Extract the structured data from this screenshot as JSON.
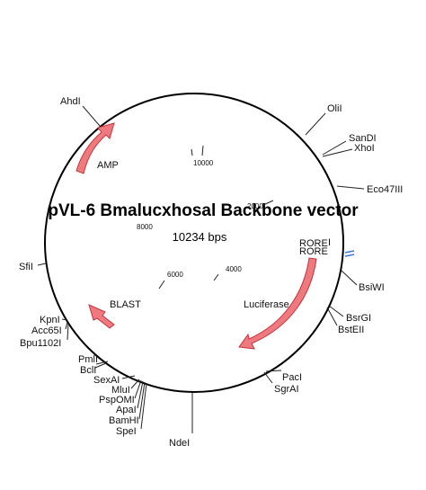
{
  "title": "pVL-6 Bmalucxhosal Backbone vector",
  "size_label": "10234 bps",
  "ticks": [
    "10000",
    "2000",
    "4000",
    "6000",
    "8000"
  ],
  "features": {
    "amp": "AMP",
    "blast": "BLAST",
    "luciferase": "Luciferase",
    "rore1": "RORE",
    "rore1_suffix": "I",
    "rore2": "RORE"
  },
  "sites": {
    "ahdi": "AhdI",
    "olil": "OliI",
    "sandi": "SanDI",
    "xhoi": "XhoI",
    "eco47iii": "Eco47III",
    "bsiwi": "BsiWI",
    "bsrgi": "BsrGI",
    "bsteii": "BstEII",
    "paci": "PacI",
    "sgrai": "SgrAI",
    "ndei": "NdeI",
    "spei": "SpeI",
    "bamhi": "BamHI",
    "apai": "ApaI",
    "psp0mi": "PspOMI",
    "mlui": "MluI",
    "sexai": "SexAI",
    "bcli": "BclI",
    "pmli": "PmlI",
    "bpu1102i": "Bpu1102I",
    "acc65i": "Acc65I",
    "kpni": "KpnI",
    "sfii": "SfiI"
  },
  "colors": {
    "feature_fill": "#ee7a80",
    "feature_stroke": "#c8323a",
    "rore_marker": "#3a7bd5"
  }
}
